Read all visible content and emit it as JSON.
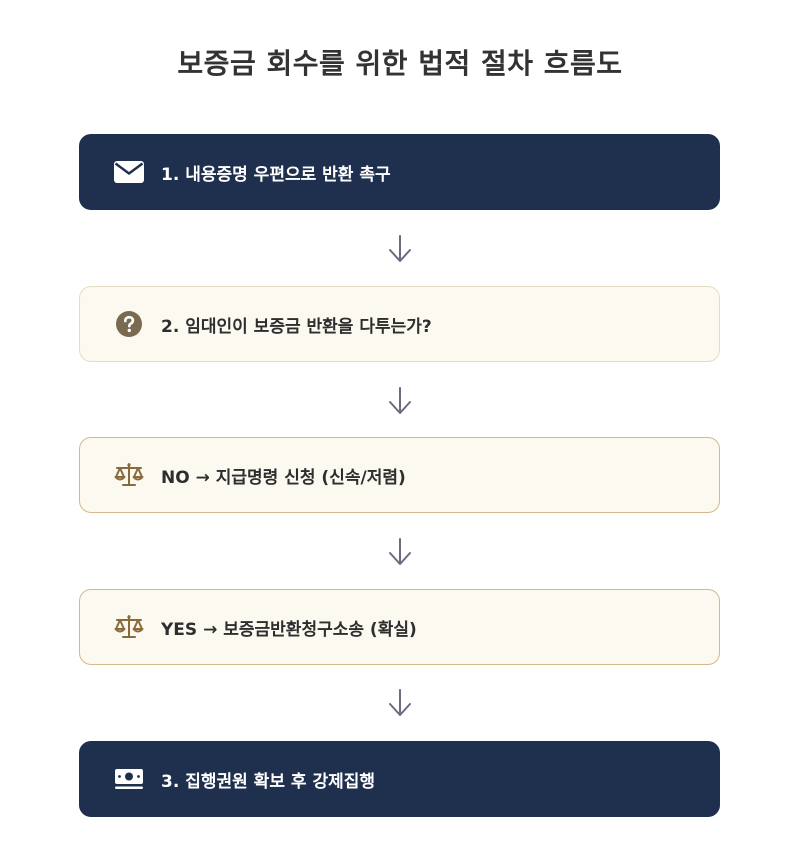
{
  "title": "보증금 회수를 위한 법적 절차 흐름도",
  "steps": [
    {
      "label": "1. 내용증명 우편으로 반환 촉구",
      "icon": "envelope-icon",
      "style": "dark"
    },
    {
      "label": "2. 임대인이 보증금 반환을 다투는가?",
      "icon": "question-circle-icon",
      "style": "light"
    },
    {
      "label": "NO → 지급명령 신청 (신속/저렴)",
      "icon": "balance-scale-icon",
      "style": "light"
    },
    {
      "label": "YES → 보증금반환청구소송 (확실)",
      "icon": "balance-scale-icon",
      "style": "light"
    },
    {
      "label": "3. 집행권원 확보 후 강제집행",
      "icon": "money-bill-icon",
      "style": "dark"
    }
  ],
  "colors": {
    "dark_box": "#1f2f4e",
    "light_box": "#fcf9f1",
    "gold_icon": "#8a6a3a",
    "arrow": "#6b6b80",
    "title": "#333333"
  }
}
